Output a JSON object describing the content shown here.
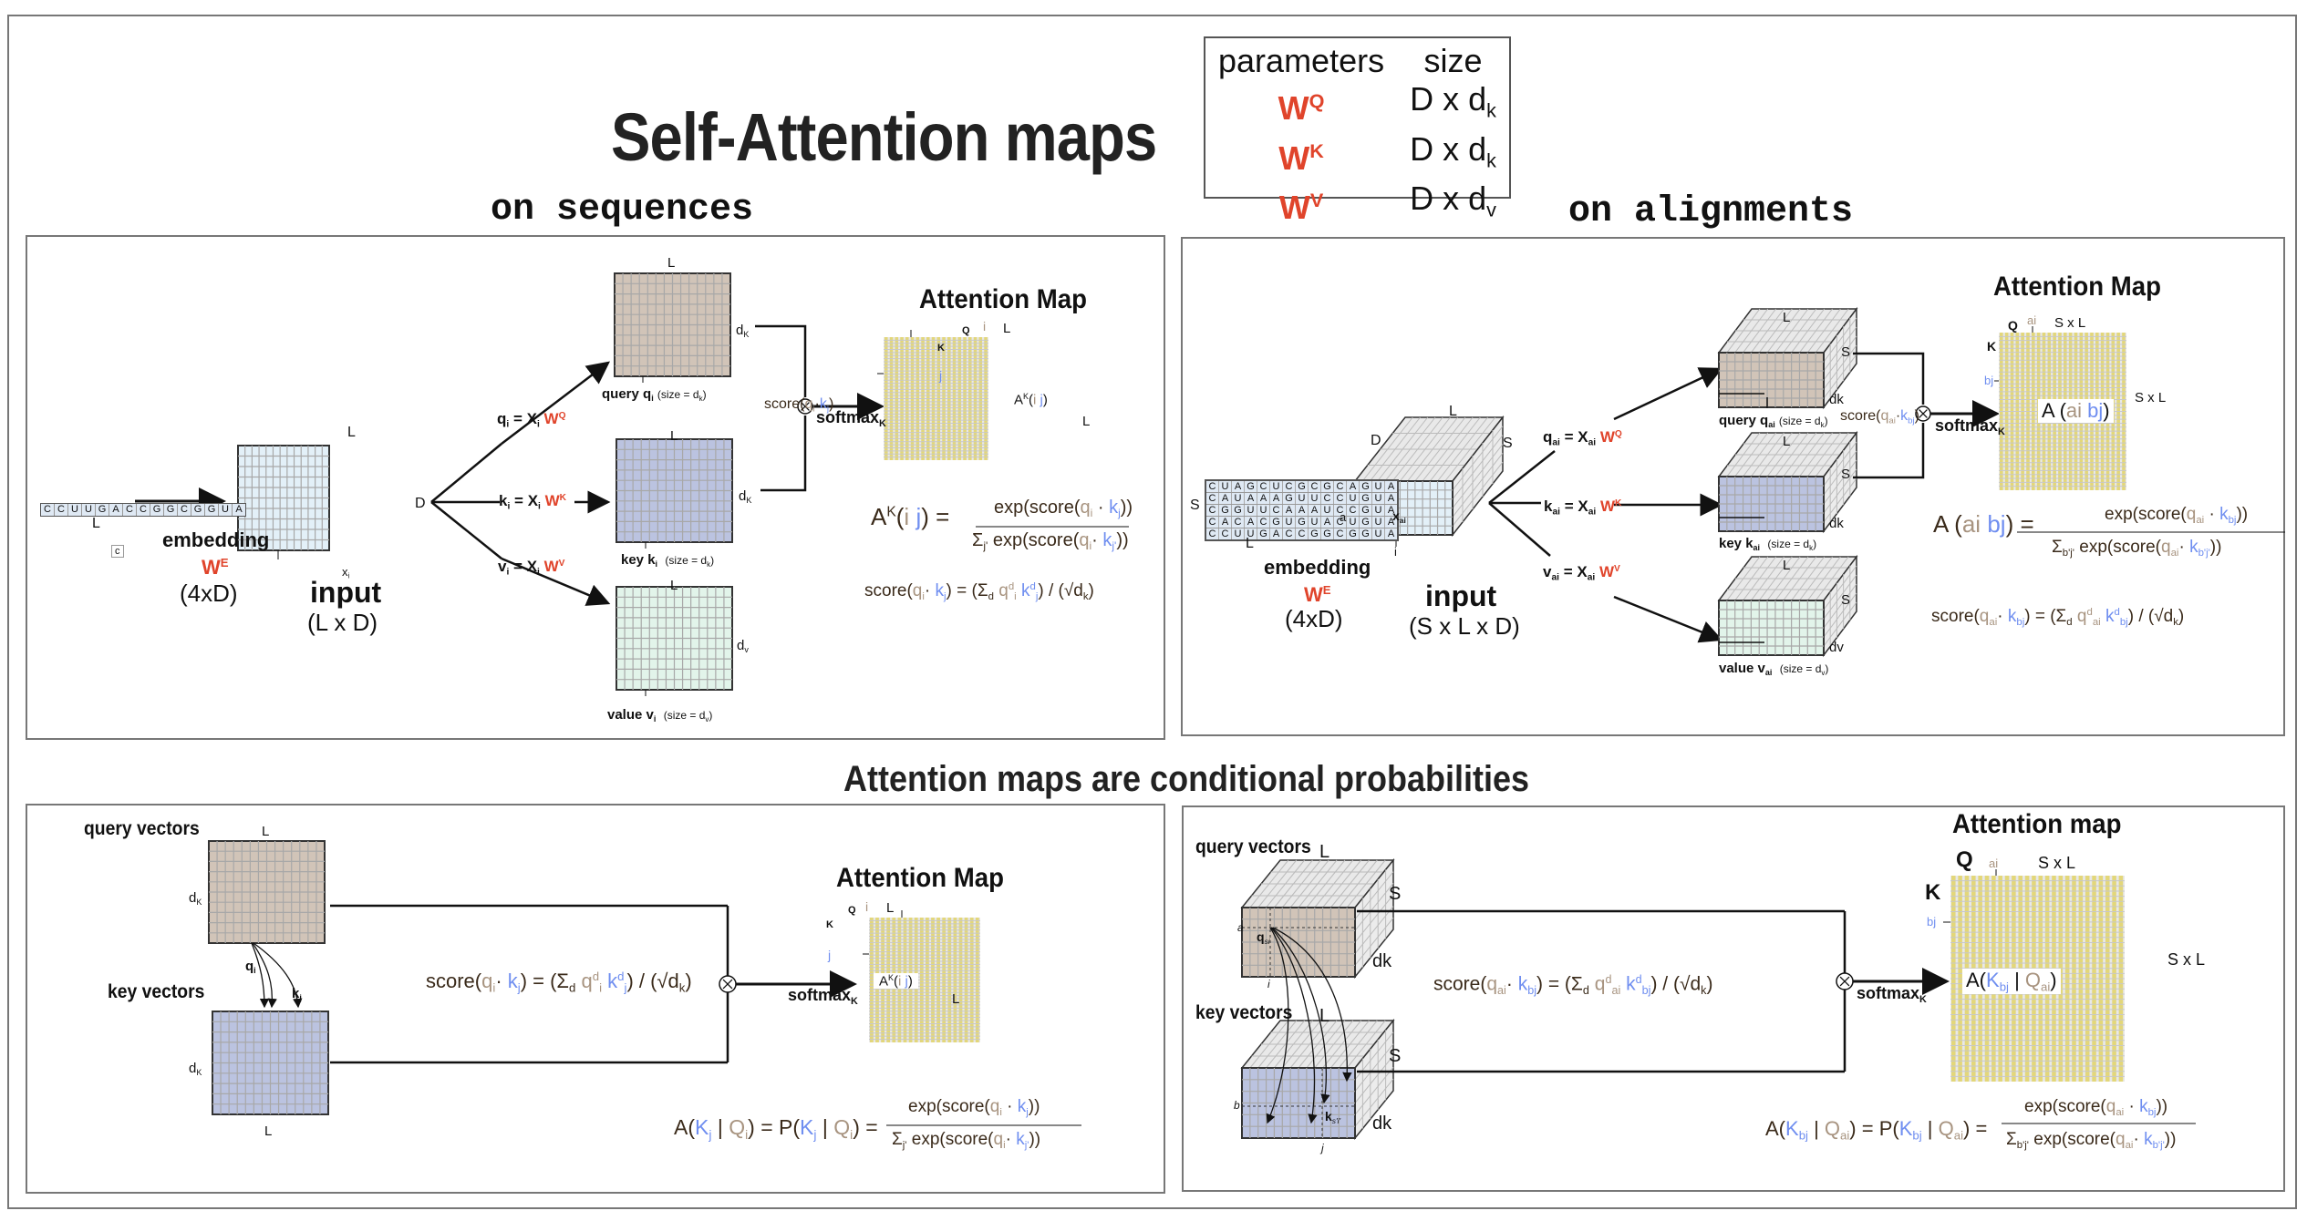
{
  "title": "Self-Attention maps",
  "params_table": {
    "headers": [
      "parameters",
      "size"
    ],
    "rows": [
      {
        "param": "W",
        "param_sup": "Q",
        "size": "D x d",
        "size_sub": "k"
      },
      {
        "param": "W",
        "param_sup": "K",
        "size": "D x d",
        "size_sub": "k"
      },
      {
        "param": "W",
        "param_sup": "V",
        "size": "D x d",
        "size_sub": "v"
      }
    ]
  },
  "colors": {
    "weight_red": "#e0442b",
    "query_fill": "#d1c4b8",
    "key_fill": "#bbc3e0",
    "value_fill": "#e2f4ea",
    "input_fill": "#e3f0f8",
    "attention_yellow": "#e3d77a",
    "query_index_color": "#a89480",
    "key_index_color": "#6f8ef0"
  },
  "sequences_panel": {
    "heading": "on sequences",
    "sequence": [
      "C",
      "C",
      "U",
      "U",
      "G",
      "A",
      "C",
      "C",
      "G",
      "G",
      "C",
      "G",
      "G",
      "U",
      "A"
    ],
    "sequence_len_label": "L",
    "token_example": "c",
    "embedding_label": "embedding",
    "embedding_weight": "W",
    "embedding_weight_sup": "E",
    "embedding_size": "(4xD)",
    "input_label": "input",
    "input_size": "(L x D)",
    "input_top_label": "L",
    "input_side_label": "D",
    "input_vec_label": "x",
    "input_vec_sub": "i",
    "eq_q": {
      "lhs": "q",
      "sub": "i",
      "mid": "= X",
      "mid_sub": "i",
      "w": "W",
      "w_sup": "Q"
    },
    "eq_k": {
      "lhs": "k",
      "sub": "i",
      "mid": "= X",
      "mid_sub": "i",
      "w": "W",
      "w_sup": "K"
    },
    "eq_v": {
      "lhs": "v",
      "sub": "i",
      "mid": "= X",
      "mid_sub": "i",
      "w": "W",
      "w_sup": "V"
    },
    "query": {
      "top": "L",
      "side": "d",
      "side_sub": "K",
      "caption": "query",
      "vec": "q",
      "vec_sub": "i",
      "size_note": "(size = d",
      "size_note_sub": "k",
      "size_close": ")"
    },
    "key": {
      "top": "L",
      "side": "d",
      "side_sub": "K",
      "caption": "key",
      "vec": "k",
      "vec_sub": "i",
      "size_note": "(size = d",
      "size_note_sub": "k",
      "size_close": ")"
    },
    "value": {
      "top": "L",
      "side": "d",
      "side_sub": "v",
      "caption": "value",
      "vec": "v",
      "vec_sub": "i",
      "size_note": "(size = d",
      "size_note_sub": "v",
      "size_close": ")"
    },
    "score_label": {
      "pre": "score(",
      "q": "q",
      "q_sub": "i",
      "dot": "·",
      "k": "k",
      "k_sub": "j",
      "post": ")"
    },
    "softmax": "softmax",
    "softmax_sub": "K",
    "attention_title": "Attention Map",
    "map_q": "Q",
    "map_k": "K",
    "map_i": "i",
    "map_j": "j",
    "map_top": "L",
    "map_side": "L",
    "map_cell": {
      "a": "A",
      "sup": "K",
      "open": "(",
      "i": "i",
      "j": "j",
      "close": ")"
    },
    "formula_A": {
      "lhs": "A",
      "lhs_sup": "K",
      "open": "(",
      "i": "i",
      "j": "j",
      "close": ") =",
      "num": "exp(score(q·k))",
      "num_q_sub": "i",
      "num_k_sub": "j",
      "den_pre": "Σ",
      "den_pre_sub": "j'",
      "den_k_sub": "j'"
    },
    "formula_score": {
      "text_pre": "score(",
      "q_sub": "i",
      "k_sub": "j",
      "mid": ") = (Σ",
      "sum_sub": "d",
      "qd": "q",
      "qd_sup": "d",
      "qd_sub": "i",
      "kd": "k",
      "kd_sup": "d",
      "kd_sub": "j",
      "tail": ") / (√d",
      "tail_sub": "k",
      "end": ")"
    }
  },
  "alignments_panel": {
    "heading": "on alignments",
    "alignment": [
      [
        "C",
        "U",
        "A",
        "G",
        "C",
        "U",
        "C",
        "G",
        "C",
        "G",
        "C",
        "A",
        "G",
        "U",
        "A"
      ],
      [
        "C",
        "A",
        "U",
        "A",
        "A",
        "A",
        "G",
        "U",
        "U",
        "C",
        "C",
        "U",
        "G",
        "U",
        "A"
      ],
      [
        "C",
        "G",
        "G",
        "U",
        "U",
        "C",
        "A",
        "A",
        "A",
        "U",
        "C",
        "C",
        "G",
        "U",
        "A"
      ],
      [
        "C",
        "A",
        "C",
        "A",
        "C",
        "G",
        "U",
        "G",
        "U",
        "A",
        "C",
        "U",
        "G",
        "U",
        "A"
      ],
      [
        "C",
        "C",
        "U",
        "U",
        "G",
        "A",
        "C",
        "C",
        "G",
        "G",
        "C",
        "G",
        "G",
        "U",
        "A"
      ]
    ],
    "alignment_row_label": "S",
    "alignment_col_label": "L",
    "embedding_label": "embedding",
    "embedding_weight": "W",
    "embedding_weight_sup": "E",
    "embedding_size": "(4xD)",
    "input_label": "input",
    "input_size": "(S x L x D)",
    "cube_labels": {
      "L": "L",
      "D": "D",
      "S": "S",
      "a": "a",
      "i": "i",
      "x": "x",
      "x_sub": "ai"
    },
    "eq_q": {
      "lhs": "q",
      "sub": "ai",
      "mid": "= X",
      "mid_sub": "ai",
      "w": "W",
      "w_sup": "Q"
    },
    "eq_k": {
      "lhs": "k",
      "sub": "ai",
      "mid": "= X",
      "mid_sub": "ai",
      "w": "W",
      "w_sup": "K"
    },
    "eq_v": {
      "lhs": "v",
      "sub": "ai",
      "mid": "= X",
      "mid_sub": "ai",
      "w": "W",
      "w_sup": "V"
    },
    "query": {
      "top": "L",
      "side": "S",
      "depth": "dk",
      "caption": "query",
      "vec": "q",
      "vec_sub": "ai",
      "size_note": "(size = d",
      "size_note_sub": "k",
      "size_close": ")"
    },
    "key": {
      "top": "L",
      "side": "S",
      "depth": "dk",
      "caption": "key",
      "vec": "k",
      "vec_sub": "ai",
      "size_note": "(size = d",
      "size_note_sub": "k",
      "size_close": ")"
    },
    "value": {
      "top": "L",
      "side": "S",
      "depth": "dv",
      "caption": "value",
      "vec": "v",
      "vec_sub": "ai",
      "size_note": "(size = d",
      "size_note_sub": "v",
      "size_close": ")"
    },
    "score_label": {
      "pre": "score(",
      "q": "q",
      "q_sub": "ai",
      "dot": "·",
      "k": "k",
      "k_sub": "bj",
      "post": ")"
    },
    "softmax": "softmax",
    "softmax_sub": "K",
    "attention_title": "Attention Map",
    "map_q": "Q",
    "map_k": "K",
    "map_i": "ai",
    "map_j": "bj",
    "map_top": "S x L",
    "map_side": "S x L",
    "map_cell": {
      "a": "A",
      "open": "(",
      "i": "ai",
      "j": "bj",
      "close": ")"
    },
    "formula_A": {
      "lhs": "A",
      "open": "(",
      "i": "ai",
      "j": "bj",
      "close": ") =",
      "num_q_sub": "ai",
      "num_k_sub": "bj",
      "den_pre": "Σ",
      "den_pre_sub": "b'j'",
      "den_k_sub": "b'j'"
    },
    "formula_score": {
      "q_sub": "ai",
      "k_sub": "bj",
      "sum_sub": "d",
      "qd_sup": "d",
      "qd_sub": "ai",
      "kd_sup": "d",
      "kd_sub": "bj",
      "tail_sub": "k"
    }
  },
  "conditional_heading": "Attention maps are conditional probabilities",
  "cond_sequences_panel": {
    "query_label": "query vectors",
    "key_label": "key vectors",
    "query_top": "L",
    "query_side": "d",
    "query_side_sub": "K",
    "key_side": "d",
    "key_side_sub": "K",
    "key_bottom": "L",
    "q_vec": "q",
    "q_vec_sub": "i",
    "k_vec": "k",
    "k_vec_sub": "j",
    "score_q_sub": "i",
    "score_k_sub": "j",
    "softmax": "softmax",
    "softmax_sub": "K",
    "attention_title": "Attention Map",
    "map_q": "Q",
    "map_k": "K",
    "map_i": "i",
    "map_j": "j",
    "map_top": "L",
    "map_side": "L",
    "cond_formula": {
      "A": "A(",
      "K": "K",
      "K_sub": "j",
      "bar": "|",
      "Q": "Q",
      "Q_sub": "i",
      "P": ") = P(",
      "end": ") =",
      "den_sub": "j'"
    }
  },
  "cond_alignments_panel": {
    "query_label": "query vectors",
    "key_label": "key vectors",
    "query_top": "L",
    "key_top": "L",
    "side": "S",
    "depth": "dk",
    "a": "a",
    "i": "i",
    "b": "b",
    "j": "j",
    "q_vec": "q",
    "q_vec_sub": "si",
    "k_vec": "k",
    "k_vec_sub": "s'i'",
    "score_q_sub": "ai",
    "score_k_sub": "bj",
    "softmax": "softmax",
    "softmax_sub": "K",
    "attention_title": "Attention map",
    "map_q": "Q",
    "map_k": "K",
    "map_i": "ai",
    "map_j": "bj",
    "map_top": "S x L",
    "map_side": "S x L",
    "cond_formula": {
      "K_sub": "bj",
      "Q_sub": "ai",
      "den_sub": "b'j'"
    }
  }
}
